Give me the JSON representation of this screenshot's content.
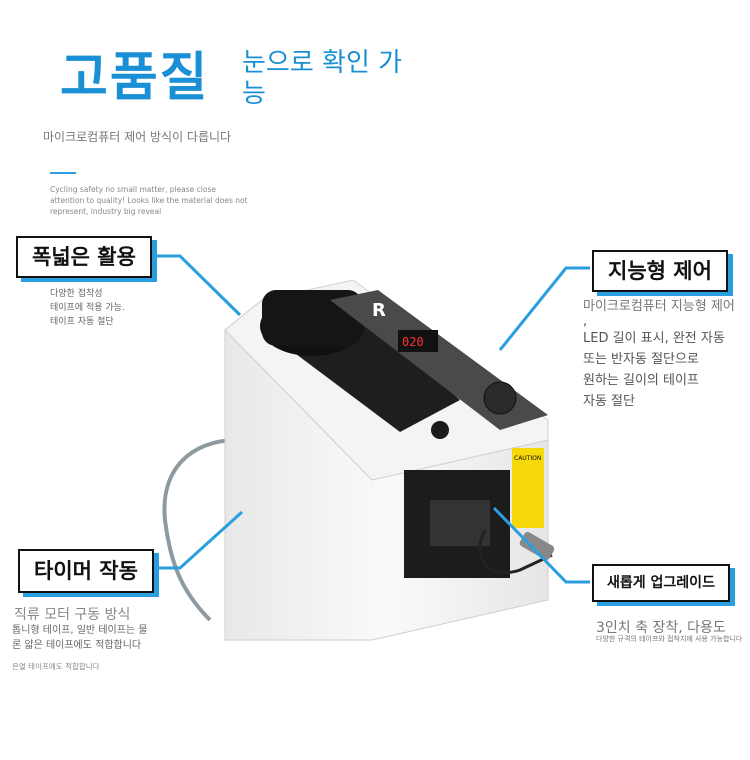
{
  "header": {
    "title": "고품질",
    "subtitle": "눈으로 확인 가능",
    "description": "마이크로컴퓨터 제어 방식이 다릅니다",
    "english_text": "Cycling safety no small matter, please close attention to quality! Looks like the material does not represent, industry big reveal"
  },
  "callouts": {
    "wide_use": {
      "title": "폭넓은 활용",
      "lines": [
        "다양한 접착성",
        "테이프에 적용 가능.",
        "테이프 자동 절단"
      ]
    },
    "smart_control": {
      "title": "지능형 제어",
      "subtitle": "마이크로컴퓨터 지능형 제어",
      "body": ",",
      "lines": [
        "LED 길이 표시, 완전 자동",
        "또는 반자동 절단으로",
        "원하는 길이의 테이프",
        "자동 절단"
      ]
    },
    "timer": {
      "title": "타이머 작동",
      "subtitle": "직류 모터 구동 방식",
      "lines": [
        "톱니형 테이프, 일반 테이프는 물",
        "론 얇은 테이프에도 적합합니다"
      ],
      "footer": "은열 테이프에도 적합합니다"
    },
    "upgrade": {
      "title": "새롭게 업그레이드",
      "subtitle": "3인치 축 장착, 다용도",
      "body": "다양한 규격의 테이프와 접착지에 사용 가능합니다"
    }
  },
  "device": {
    "display_value": "020",
    "caution_label": "CAUTION",
    "logo_letter": "R"
  },
  "colors": {
    "accent": "#1a8fd6",
    "line": "#2a9fe0",
    "body": "#f2f2f2"
  }
}
